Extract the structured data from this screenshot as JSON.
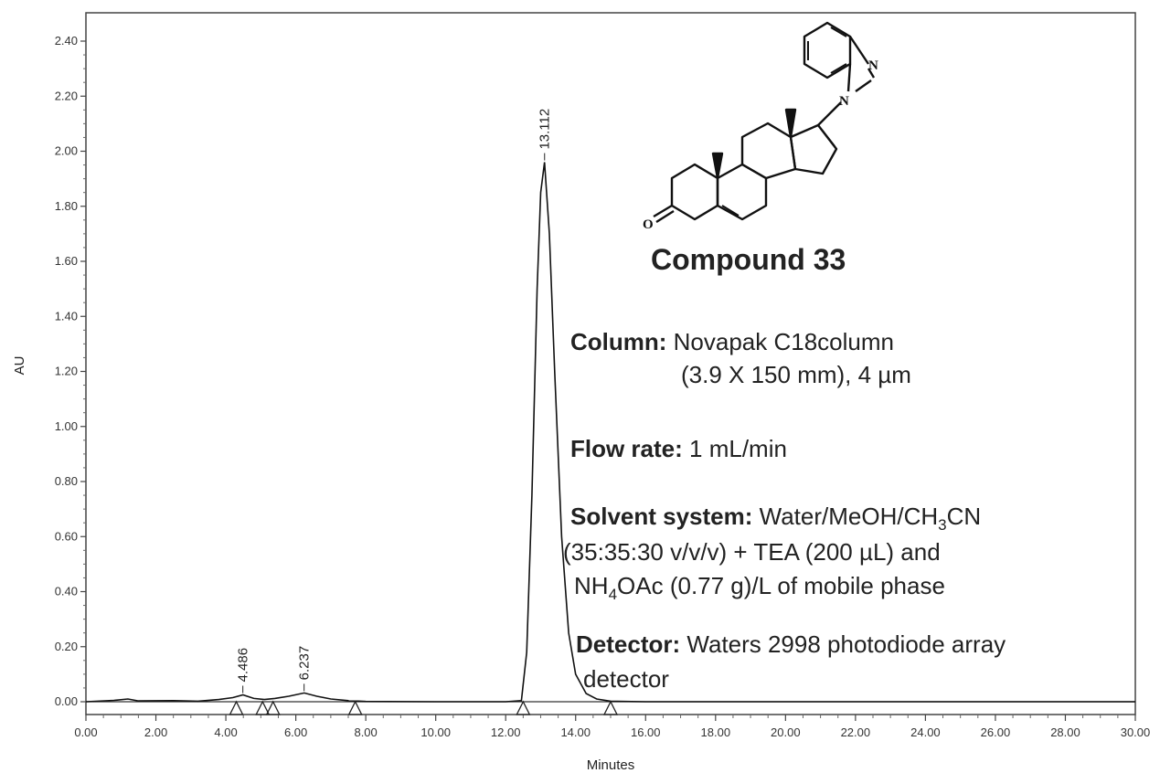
{
  "chart_data": {
    "type": "line",
    "xlabel": "Minutes",
    "ylabel": "AU",
    "xlim": [
      0,
      30
    ],
    "ylim": [
      -0.04,
      2.5
    ],
    "x_ticks": [
      "0.00",
      "2.00",
      "4.00",
      "6.00",
      "8.00",
      "10.00",
      "12.00",
      "14.00",
      "16.00",
      "18.00",
      "20.00",
      "22.00",
      "24.00",
      "26.00",
      "28.00",
      "30.00"
    ],
    "y_ticks": [
      "0.00",
      "0.20",
      "0.40",
      "0.60",
      "0.80",
      "1.00",
      "1.20",
      "1.40",
      "1.60",
      "1.80",
      "2.00",
      "2.20",
      "2.40"
    ],
    "x_tick_values": [
      0,
      2,
      4,
      6,
      8,
      10,
      12,
      14,
      16,
      18,
      20,
      22,
      24,
      26,
      28,
      30
    ],
    "y_tick_values": [
      0,
      0.2,
      0.4,
      0.6,
      0.8,
      1.0,
      1.2,
      1.4,
      1.6,
      1.8,
      2.0,
      2.2,
      2.4
    ],
    "series": [
      {
        "x": [
          0,
          0.8,
          1.2,
          1.5,
          2.5,
          3.2,
          3.8,
          4.2,
          4.49,
          4.8,
          5.1,
          5.4,
          5.8,
          6.24,
          6.6,
          7.0,
          7.5,
          8.0,
          10.0,
          12.0,
          12.45,
          12.6,
          12.75,
          12.9,
          13.0,
          13.11,
          13.25,
          13.4,
          13.6,
          13.8,
          14.0,
          14.3,
          14.6,
          15.0,
          16.0,
          20.0,
          24.0,
          28.0,
          30.0
        ],
        "y": [
          0,
          0.005,
          0.01,
          0.003,
          0.004,
          0.002,
          0.008,
          0.015,
          0.025,
          0.012,
          0.008,
          0.012,
          0.02,
          0.032,
          0.02,
          0.01,
          0.004,
          0.001,
          0,
          0,
          0.004,
          0.18,
          0.75,
          1.5,
          1.85,
          1.96,
          1.7,
          1.2,
          0.6,
          0.25,
          0.1,
          0.03,
          0.01,
          0.002,
          0,
          0,
          0,
          0,
          0
        ]
      }
    ],
    "peak_labels": [
      {
        "x": 4.486,
        "y": 0.025,
        "label": "4.486"
      },
      {
        "x": 6.237,
        "y": 0.032,
        "label": "6.237"
      },
      {
        "x": 13.112,
        "y": 1.96,
        "label": "13.112"
      }
    ],
    "integration_marks": [
      4.3,
      5.05,
      5.35,
      7.7,
      12.5,
      15.0
    ]
  },
  "compound_label": "Compound 33",
  "atoms": {
    "n1": "N",
    "n2": "N",
    "o": "O"
  },
  "info": {
    "column_label": "Column:",
    "column_value": " Novapak C18column",
    "column_value2": "(3.9 X 150 mm), 4 µm",
    "flow_label": "Flow rate:",
    "flow_value": " 1 mL/min",
    "solvent_label": "Solvent system:",
    "solvent_value_a": " Water/MeOH/CH",
    "solvent_sub_a": "3",
    "solvent_value_b": "CN",
    "solvent_line2": "(35:35:30 v/v/v) + TEA (200 µL) and",
    "solvent_line3_a": "NH",
    "solvent_sub_b": "4",
    "solvent_line3_b": "OAc (0.77 g)/L of mobile phase",
    "detector_label": "Detector:",
    "detector_value": " Waters 2998 photodiode array",
    "detector_value2": "detector"
  }
}
